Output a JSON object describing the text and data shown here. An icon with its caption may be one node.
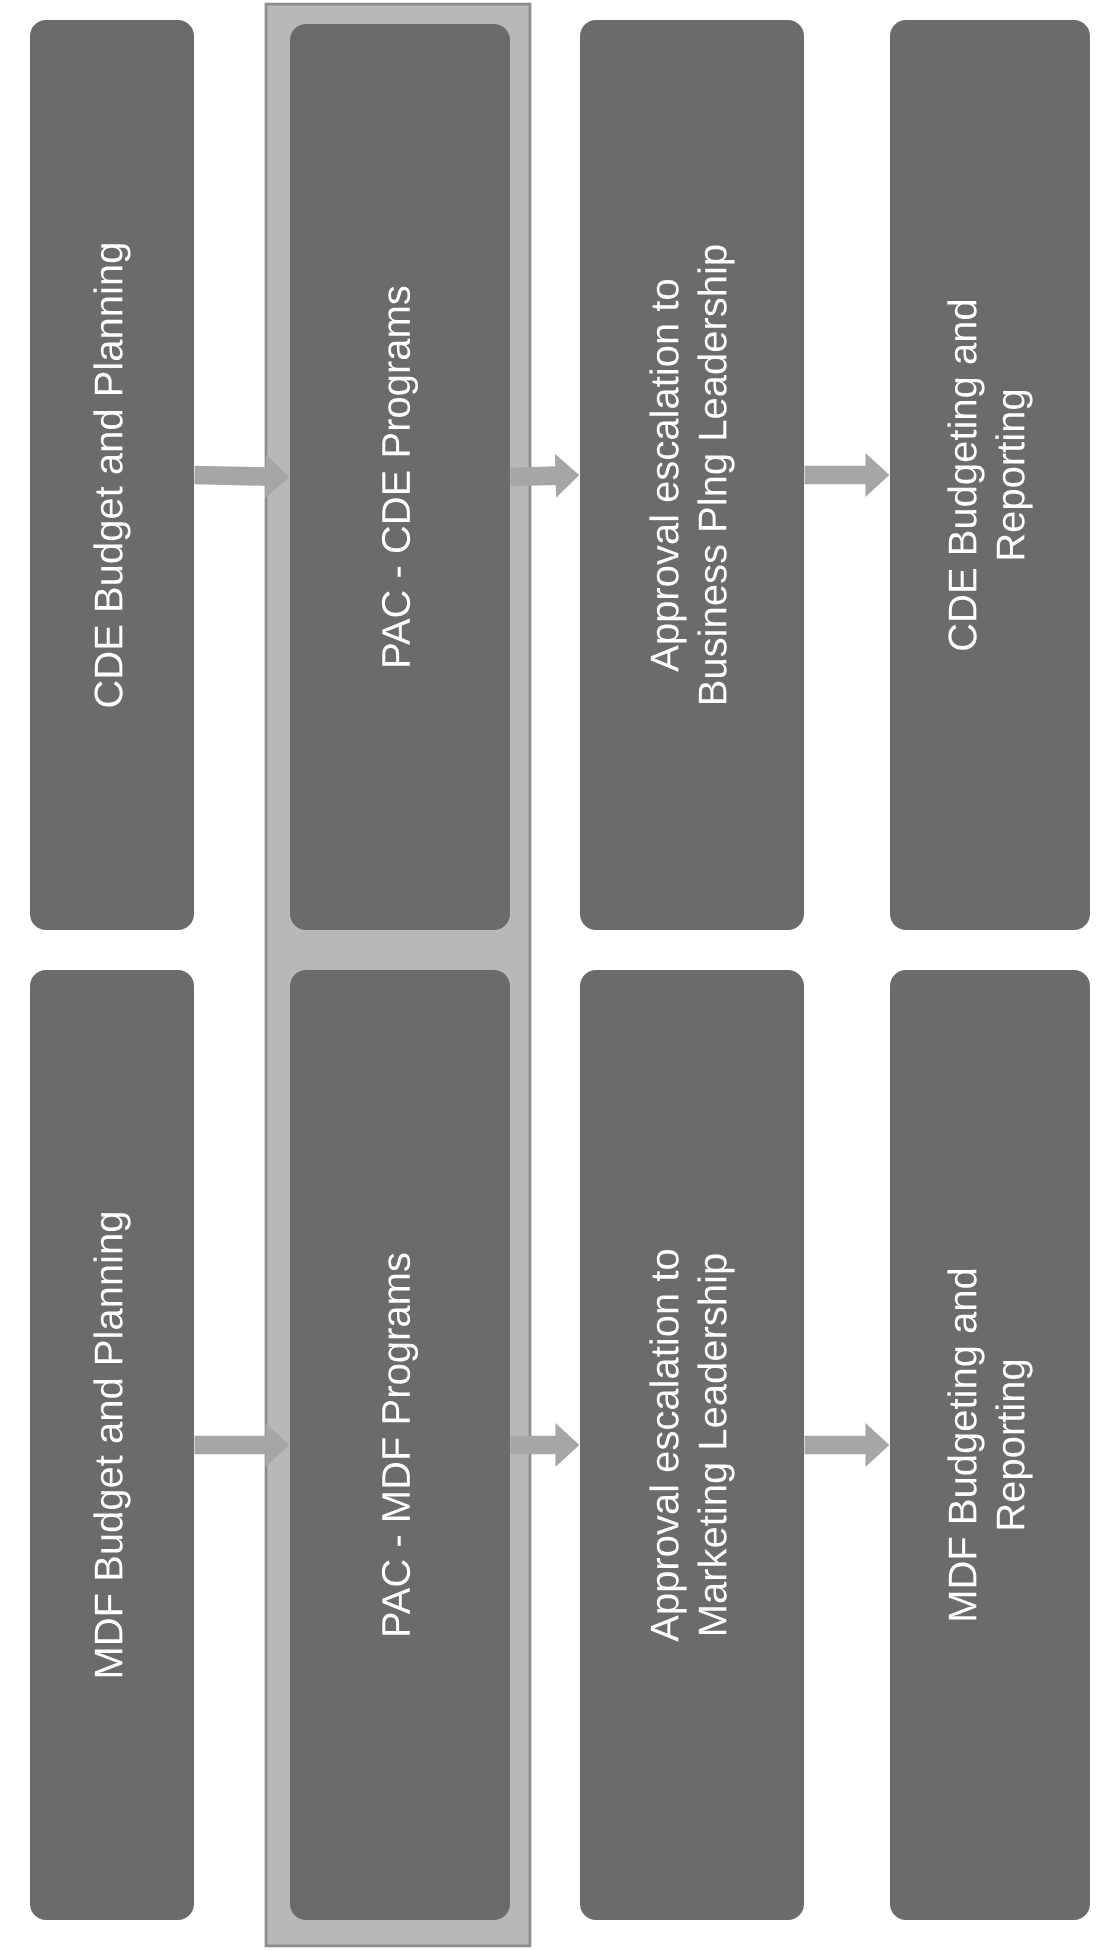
{
  "diagram": {
    "nodes": [
      {
        "text": [
          "CDE Budget and Planning"
        ]
      },
      {
        "text": [],
        "shape": "bar"
      },
      {
        "text": [
          "PAC - CDE Programs"
        ],
        "in": 1
      },
      {
        "text": [
          "PAC - MDF Programs"
        ],
        "in": 1
      },
      {
        "text": [
          "Approval escalation to Business Plng Leadership"
        ]
      },
      {
        "text": [
          "CDE Budgeting and Reporting"
        ]
      },
      {
        "text": [
          "MDF Budget and Planning"
        ]
      },
      {
        "text": [
          "Approval escalation to Marketing Leadership"
        ]
      },
      {
        "text": [
          "MDF Budgeting and Reporting"
        ]
      }
    ],
    "edges": [
      {
        "from": 0,
        "to": 2,
        "arrow": "to"
      },
      {
        "from": 6,
        "to": 3,
        "arrow": "to"
      },
      {
        "from": 2,
        "to": 4,
        "arrow": "to"
      },
      {
        "from": 3,
        "to": 7,
        "arrow": "to"
      },
      {
        "from": 4,
        "to": 5,
        "arrow": "to"
      },
      {
        "from": 7,
        "to": 8,
        "arrow": "to"
      }
    ]
  }
}
